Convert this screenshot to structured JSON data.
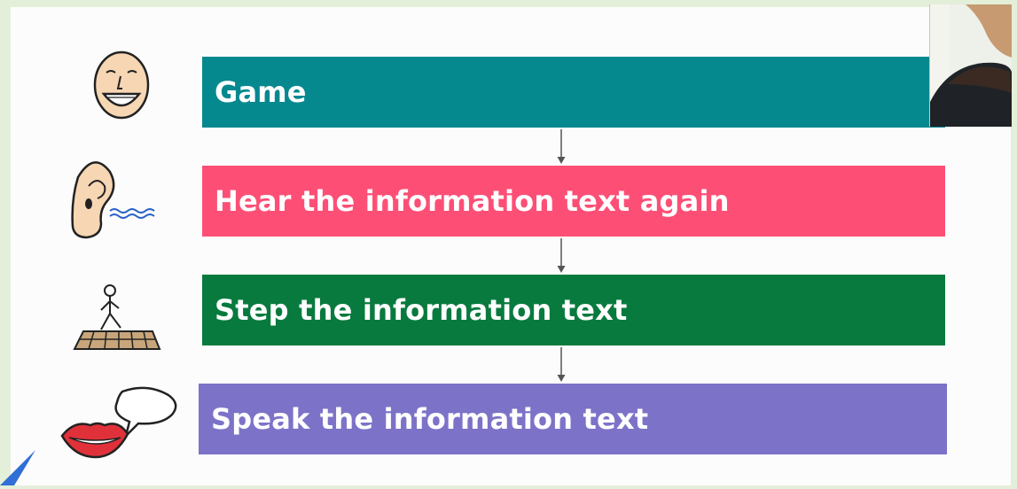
{
  "steps": [
    {
      "label": "Game",
      "color": "#05898f",
      "icon": "smiling-face-icon"
    },
    {
      "label": "Hear the information text again",
      "color": "#fd4f76",
      "icon": "ear-listening-icon"
    },
    {
      "label": "Step the information text",
      "color": "#097a3e",
      "icon": "walking-person-on-path-icon"
    },
    {
      "label": "Speak the information text",
      "color": "#7c73c8",
      "icon": "mouth-speech-bubble-icon"
    }
  ],
  "arrow_color": "#555555",
  "page_background": "#e3efd9",
  "slide_background": "#fdfcfd"
}
